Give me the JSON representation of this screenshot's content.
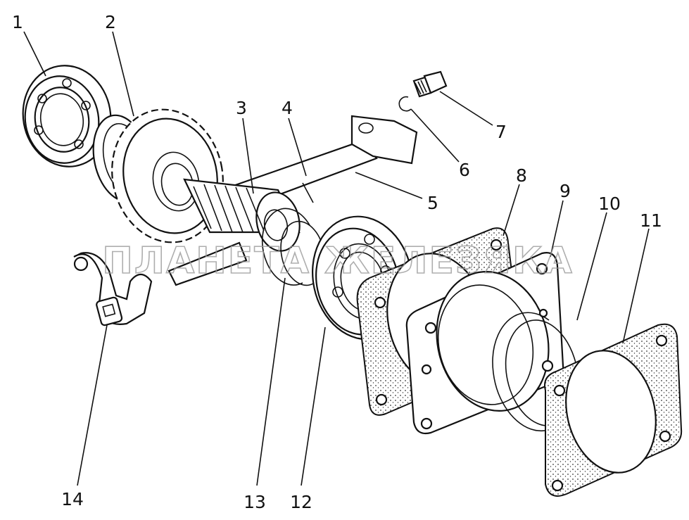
{
  "watermark": "ПЛАНЕТА ЖЕЛЕЗЯКА",
  "callouts": {
    "c1": "1",
    "c2": "2",
    "c3": "3",
    "c4": "4",
    "c5": "5",
    "c6": "6",
    "c7": "7",
    "c8": "8",
    "c9": "9",
    "c10": "10",
    "c11": "11",
    "c12": "12",
    "c13": "13",
    "c14": "14"
  },
  "colors": {
    "line": "#111111",
    "background": "#ffffff",
    "watermark": "#9a9a9a"
  }
}
